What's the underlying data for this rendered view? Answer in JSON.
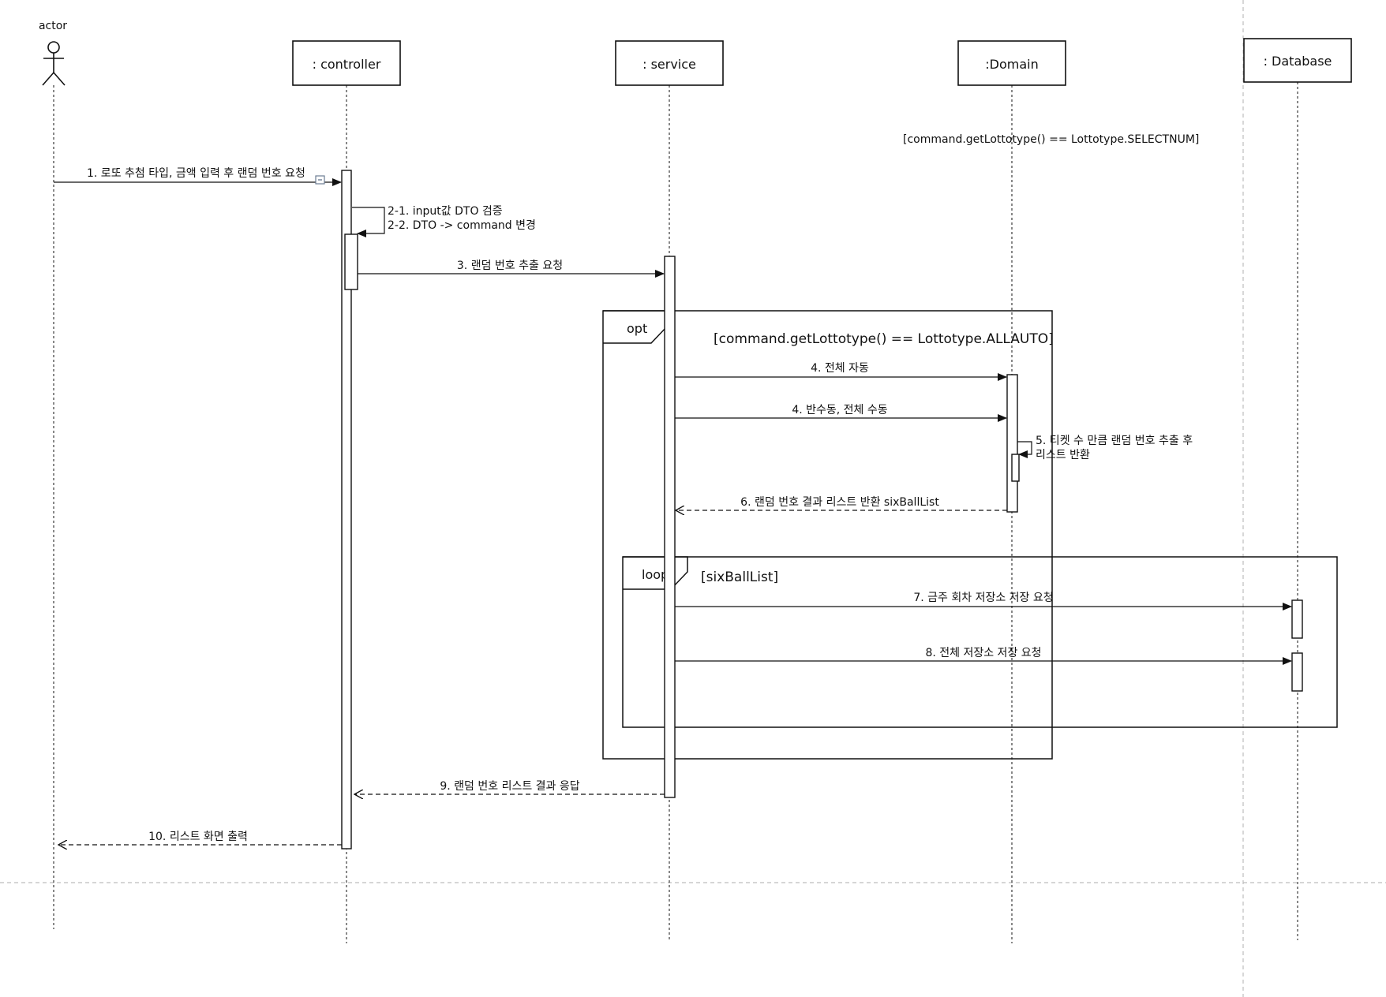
{
  "participants": {
    "actor": ":",
    "actor_name": "actor",
    "controller": ": controller",
    "service": ": service",
    "domain": ":Domain",
    "database": ": Database"
  },
  "messages": {
    "m1": "1. 로또 추첨 타입, 금액 입력 후 랜덤 번호 요청",
    "m2a": "2-1. input값 DTO 검증",
    "m2b": "2-2. DTO -> command 변경",
    "m3": "3. 랜덤 번호 추출 요청",
    "m4a": "4. 전체 자동",
    "m4b": "4. 반수동, 전체 수동",
    "m5a": "5. 티켓 수 만큼 랜덤 번호 추출 후",
    "m5b": "리스트 반환",
    "m6": "6. 랜덤 번호 결과 리스트 반환 sixBallList",
    "m7": "7. 금주 회차 저장소 저장 요청",
    "m8": "8. 전체 저장소 저장 요청",
    "m9": "9. 랜덤 번호 리스트 결과 응답",
    "m10": "10. 리스트 화면 출력"
  },
  "fragments": {
    "opt_label": "opt",
    "opt_guard": "[command.getLottotype() == Lottotype.ALLAUTO]",
    "floating_guard": "[command.getLottotype() == Lottotype.SELECTNUM]",
    "loop_label": "loop",
    "loop_guard": "[sixBallList]"
  },
  "colors": {
    "line": "#111111",
    "page_guide": "#bdbdbd",
    "collapse_icon": "#6b7c93"
  }
}
